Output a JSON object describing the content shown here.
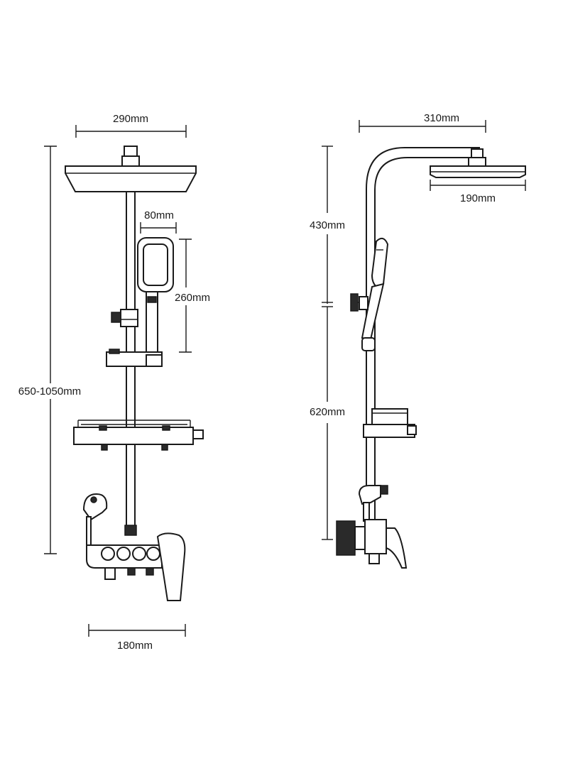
{
  "front_view": {
    "head_width_label": "290mm",
    "handheld_width_label": "80mm",
    "handheld_height_label": "260mm",
    "total_height_label": "650-1050mm",
    "valve_width_label": "180mm"
  },
  "side_view": {
    "arm_length_label": "310mm",
    "head_depth_label": "190mm",
    "upper_height_label": "430mm",
    "lower_height_label": "620mm"
  }
}
